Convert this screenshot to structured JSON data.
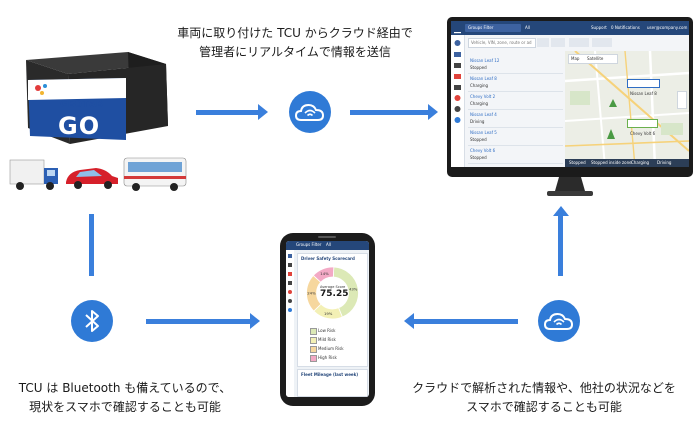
{
  "captions": {
    "top_line1": "車両に取り付けた TCU からクラウド経由で",
    "top_line2": "管理者にリアルタイムで情報を送信",
    "left_line1": "TCU は Bluetooth も備えているので、",
    "left_line2": "現状をスマホで確認することも可能",
    "right_line1": "クラウドで解析された情報や、他社の状況などを",
    "right_line2": "スマホで確認することも可能"
  },
  "device": {
    "brand": "GEOTAB",
    "model": "GO"
  },
  "dashboard": {
    "filter_label": "Groups Filter",
    "filter_value": "All",
    "support": "Support",
    "notifications": "0 Notifications",
    "user": "user@company.com",
    "search_placeholder": "Vehicle, VIN, zone, route or ad",
    "map_tab": "Map",
    "satellite_tab": "Satellite",
    "marker_vehicle": "Nissan Leaf 8",
    "marker_vehicle2": "Chevy Volt 6",
    "vehicles": [
      {
        "name": "Nissan Leaf 12",
        "status": "Stopped"
      },
      {
        "name": "Nissan Leaf 8",
        "status": "Charging"
      },
      {
        "name": "Chevy Volt 2",
        "status": "Charging"
      },
      {
        "name": "Nissan Leaf 4",
        "status": "Driving"
      },
      {
        "name": "Nissan Leaf 5",
        "status": "Stopped"
      },
      {
        "name": "Chevy Volt 6",
        "status": "Stopped"
      }
    ],
    "legend": [
      "Stopped",
      "Stopped inside zone",
      "Charging",
      "Driving"
    ]
  },
  "phone": {
    "filter_label": "Groups Filter",
    "filter_value": "All",
    "scorecard_title": "Driver Safety Scorecard",
    "average_label": "Average Score",
    "average_score": "75.25",
    "donut": {
      "segments": [
        {
          "name": "Low Risk",
          "value": 43,
          "label": "43%",
          "color": "#dce9b6"
        },
        {
          "name": "Mild Risk",
          "value": 19,
          "label": "19%",
          "color": "#f3f0b5"
        },
        {
          "name": "Medium Risk",
          "value": 24,
          "label": "24%",
          "color": "#f6d79e"
        },
        {
          "name": "High Risk",
          "value": 14,
          "label": "14%",
          "color": "#f3a9c5"
        }
      ]
    },
    "legend": [
      "Low Risk",
      "Mild Risk",
      "Medium Risk",
      "High Risk"
    ],
    "mileage_title": "Fleet Mileage (last week)"
  },
  "colors": {
    "accent": "#3a7fdc",
    "nav": "#25477a",
    "device_blue": "#1f4fa2"
  },
  "icons": {
    "cloud": "cloud-wifi-icon",
    "bluetooth": "bluetooth-icon"
  }
}
